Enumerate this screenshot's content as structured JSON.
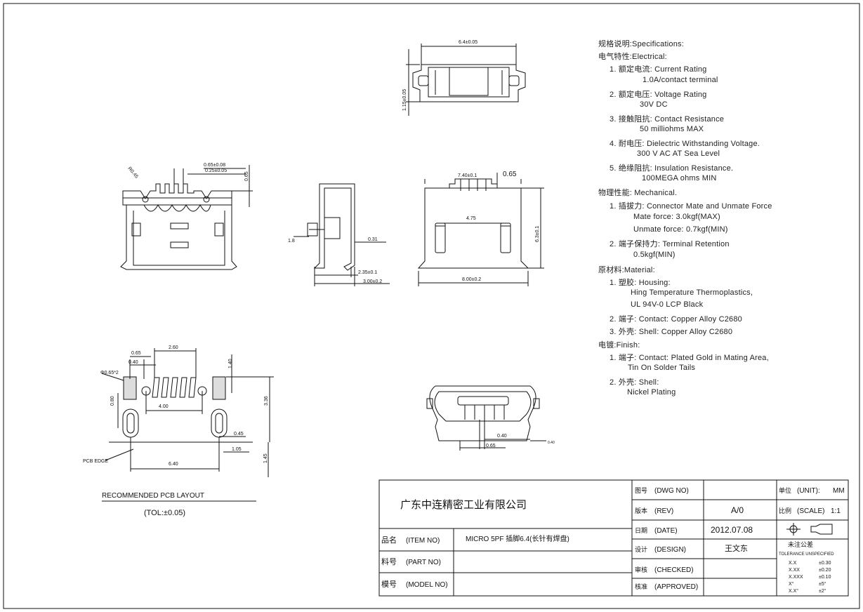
{
  "specs": {
    "title": "规格说明:Specifications:",
    "electrical_header": "电气特性:Electrical:",
    "current_rating": "1. 额定电流: Current Rating",
    "current_rating_value": "1.0A/contact terminal",
    "voltage_rating": "2. 额定电压: Voltage Rating",
    "voltage_rating_value": "30V DC",
    "contact_resistance": "3. 接触阻抗: Contact Resistance",
    "contact_resistance_value": "50 milliohms MAX",
    "dielectric": "4. 耐电压: Dielectric Withstanding Voltage.",
    "dielectric_value": "300 V AC AT Sea Level",
    "insulation": "5. 绝缘阻抗: Insulation Resistance.",
    "insulation_value": "100MEGA ohms MIN",
    "mechanical_header": "物理性能: Mechanical.",
    "mate_force": "1. 插拔力: Connector Mate and Unmate Force",
    "mate_force_value": "Mate force: 3.0kgf(MAX)",
    "unmate_force_value": "Unmate force: 0.7kgf(MIN)",
    "retention": "2. 端子保持力: Terminal Retention",
    "retention_value": "0.5kgf(MIN)",
    "material_header": "原材料:Material:",
    "housing": "1. 塑胶: Housing:",
    "housing_value1": "Hing Temperature  Thermoplastics,",
    "housing_value2": "UL 94V-0  LCP Black",
    "contact_material": "2. 端子: Contact: Copper Alloy C2680",
    "shell_material": "3. 外壳: Shell: Copper Alloy C2680",
    "finish_header": "电镀:Finish:",
    "finish_contact": "1. 端子: Contact: Plated Gold in Mating Area,",
    "finish_contact2": "Tin On Solder Tails",
    "finish_shell": "2. 外壳: Shell:",
    "finish_shell_value": "Nickel Plating"
  },
  "dims": {
    "top_width": "6.4±0.05",
    "top_height": "1.15±0.05",
    "side_pitch1": "0.65±0.08",
    "side_pitch2": "0.25±0.05",
    "side_h": "0.65",
    "side_radius": "R0.45",
    "mid_a": "1.8",
    "mid_b": "0.31",
    "mid_c": "2.35±0.1",
    "mid_d": "3.00±0.2",
    "bot_a": "7.40±0.1",
    "bot_b": "0.65",
    "bot_c": "4.75",
    "bot_d": "6.3±0.1",
    "bot_e": "8.00±0.2",
    "front_a": "0.40",
    "front_b": "0.65",
    "front_c": "0.40",
    "pcb_065": "0.65",
    "pcb_040": "0.40",
    "pcb_260": "2.60",
    "pcb_140": "1.40",
    "pcb_hole": "Φ0.65*2",
    "pcb_080": "0.80",
    "pcb_400": "4.00",
    "pcb_336": "3.36",
    "pcb_045": "0.45",
    "pcb_105": "1.05",
    "pcb_640": "6.40",
    "pcb_145": "1.45",
    "pcb_edge": "PCB EDGE"
  },
  "pcb": {
    "title": "RECOMMENDED PCB LAYOUT",
    "tolerance": "(TOL:±0.05)"
  },
  "title_block": {
    "company": "广东中连精密工业有限公司",
    "item_label": "品名",
    "item_label_en": "(ITEM NO)",
    "item_value": "MICRO 5PF  插脚6.4(长针有焊盘)",
    "part_label": "料号",
    "part_label_en": "(PART NO)",
    "model_label": "模号",
    "model_label_en": "(MODEL NO)",
    "dwg_label": "图号",
    "dwg_label_en": "(DWG NO)",
    "rev_label": "版本",
    "rev_label_en": "(REV)",
    "rev_value": "A/0",
    "date_label": "日期",
    "date_label_en": "(DATE)",
    "date_value": "2012.07.08",
    "design_label": "设计",
    "design_label_en": "(DESIGN)",
    "design_value": "王文东",
    "checked_label": "审核",
    "checked_label_en": "(CHECKED)",
    "approved_label": "核准",
    "approved_label_en": "(APPROVED)",
    "unit_label": "单位",
    "unit_label_en": "(UNIT):",
    "unit_value": "MM",
    "scale_label": "比例",
    "scale_label_en": "(SCALE)",
    "scale_value": "1:1",
    "tol_title": "未注公差",
    "tol_subtitle": "TOLERANCE UNSPECIFIED",
    "tol_rows": [
      {
        "k": "X.X",
        "v": "±0.30"
      },
      {
        "k": "X.XX",
        "v": "±0.20"
      },
      {
        "k": "X.XXX",
        "v": "±0.10"
      },
      {
        "k": "X°",
        "v": "±5°"
      },
      {
        "k": "X.X°",
        "v": "±2°"
      }
    ]
  }
}
